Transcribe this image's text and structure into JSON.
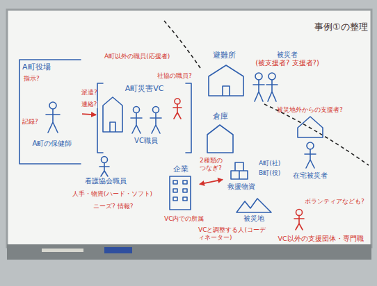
{
  "diagram": {
    "title": "事例①の整理",
    "nodes": [
      {
        "text": [
          "A町役場"
        ]
      },
      {
        "text": [
          "A町の保健師"
        ],
        "in": 0
      },
      {
        "text": [
          "A町災害VC"
        ]
      },
      {
        "text": [
          "VC職員"
        ],
        "in": 2
      },
      {
        "text": [
          "避難所"
        ]
      },
      {
        "text": [
          "被災者",
          "(被支援者? 支援者?)"
        ]
      },
      {
        "text": [
          "倉庫"
        ]
      },
      {
        "text": [
          "救援物資"
        ]
      },
      {
        "text": [
          "在宅被災者"
        ]
      },
      {
        "text": [
          "企業"
        ]
      },
      {
        "text": [
          "被災地"
        ]
      },
      {
        "text": [
          "看護協会職員"
        ]
      },
      {
        "text": [
          "VC以外の支援団体・専門職"
        ]
      }
    ],
    "edges": [
      {
        "from": 0,
        "to": 2,
        "arrow": "to",
        "label": "連絡?"
      },
      {
        "from": 9,
        "to": 7,
        "arrow": "both",
        "label": "2種類のつなぎ?"
      }
    ],
    "labels": [
      "指示?",
      "記録?",
      "派遣?",
      "A町以外の職員(応援者)",
      "社協の職員?",
      "被災地外からの支援者?",
      "A町(社)",
      "B町(役)",
      "人手・物資(ハード・ソフト)",
      "ニーズ? 情報?",
      "VCと調整する人(コーディネーター)",
      "ボランティアなども?",
      "VC内での所属"
    ]
  }
}
